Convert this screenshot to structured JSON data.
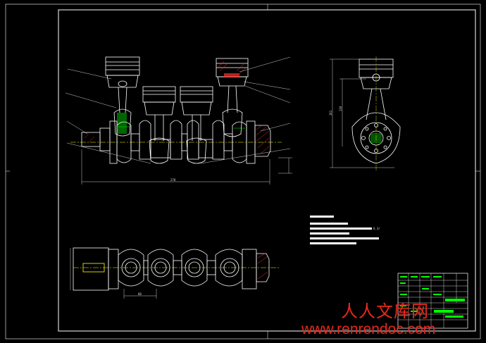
{
  "drawing": {
    "dims": {
      "overall_length": "270",
      "bottom_spacing": "88",
      "side_height": "161",
      "side_height2": "130"
    },
    "tech_note_value": "6.3/"
  },
  "watermark": {
    "line1": "人人文库网",
    "line2": "www.renrendoc.com"
  },
  "colors": {
    "outline": "#ffffff",
    "centerline": "#ffff00",
    "section_hatch": "#ff3030",
    "highlight": "#00ff00",
    "dimension": "#00ffff",
    "watermark": "#e8281c"
  }
}
